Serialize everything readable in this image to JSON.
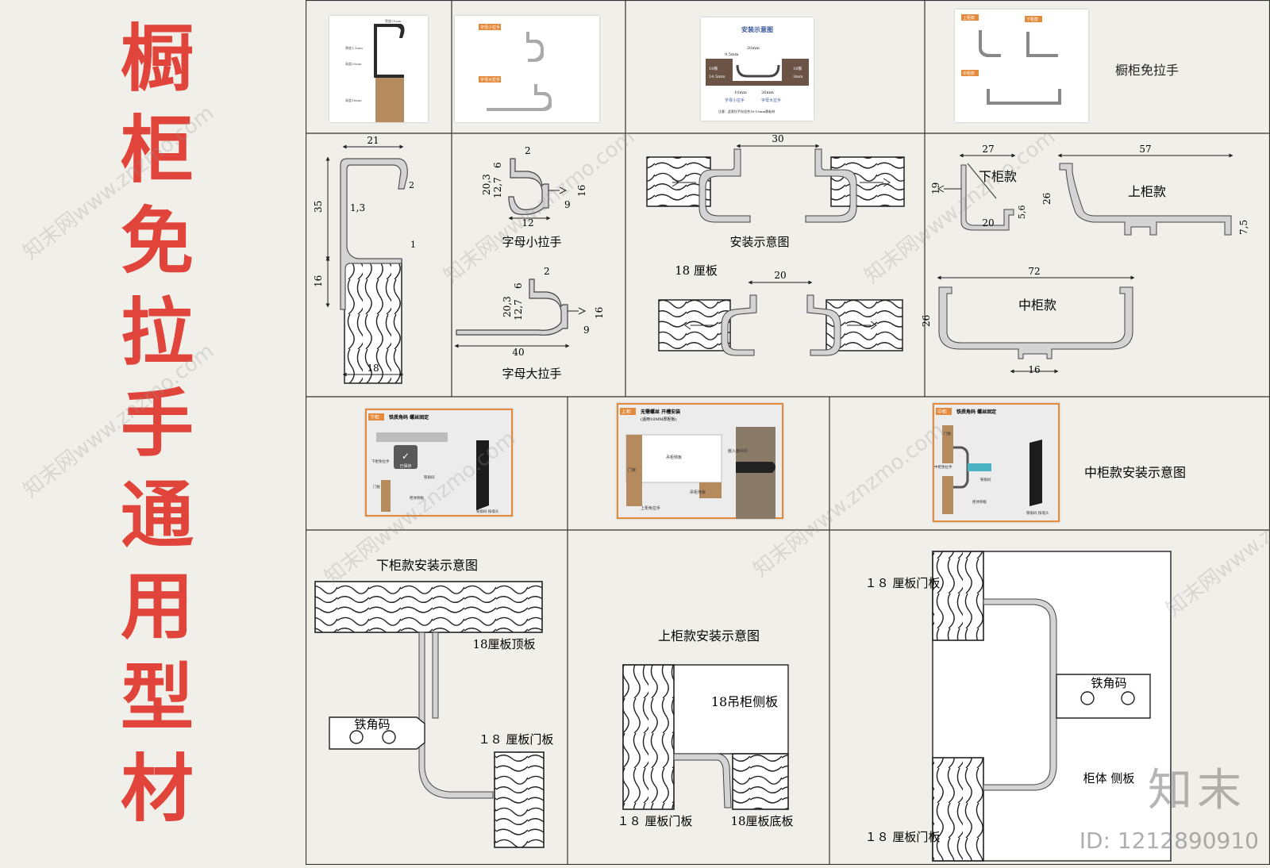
{
  "title_chars": [
    "橱",
    "柜",
    "免",
    "拉",
    "手",
    "通",
    "用",
    "型",
    "材"
  ],
  "watermark_text": "知末网www.znzmo.com",
  "brand_text": "知末",
  "id_text": "ID: 1212890910",
  "row1": {
    "photo3_title": "安装示意图",
    "photo3_dims": [
      "20mm",
      "9.5mm",
      "17.5mm",
      "10mm",
      "26mm",
      "18板",
      "14.5mm",
      "18板",
      "3mm"
    ],
    "photo3_labels": [
      "字母小拉手",
      "字母大拉手"
    ],
    "photo3_note": "注意：此款拉手仅适合18-19mm厚板材",
    "photo4_tags": [
      "上柜款",
      "下柜款",
      "中柜款"
    ],
    "photo2_tags": [
      "字母小拉手",
      "字母大拉手"
    ],
    "cell4_caption": "橱柜免拉手"
  },
  "row2": {
    "profile_dims": [
      "21",
      "2",
      "1,3",
      "35",
      "1",
      "16",
      "18"
    ],
    "small": {
      "dims": [
        "2",
        "6",
        "20,3",
        "12,7",
        "16",
        "9",
        "12"
      ],
      "caption": "字母小拉手"
    },
    "large": {
      "dims": [
        "2",
        "6",
        "20,3",
        "12,7",
        "16",
        "9",
        "40"
      ],
      "caption": "字母大拉手"
    },
    "install1": {
      "dim": "30",
      "caption": "安装示意图"
    },
    "install2": {
      "dim": "20",
      "label": "18 厘板"
    },
    "lower": {
      "dims": [
        "27",
        "19",
        "5,6",
        "20"
      ],
      "label": "下柜款"
    },
    "upper": {
      "dims": [
        "57",
        "26",
        "7,5"
      ],
      "label": "上柜款"
    },
    "middle": {
      "dims": [
        "72",
        "26",
        "16"
      ],
      "label": "中柜款"
    }
  },
  "row3": {
    "p1": {
      "tag": "下柜",
      "title": "铁质角码 螺丝固定",
      "labels": [
        "下柜免拉手",
        "铁角码",
        "柜体侧板",
        "门板",
        "铁角码 按墙头"
      ],
      "saved": "已保存"
    },
    "p2": {
      "tag": "上柜",
      "title": "无需螺丝 开槽安装",
      "subtitle": "(适用18MM厚柜板)",
      "labels": [
        "吊柜侧板",
        "门板",
        "吊柜地板",
        "上柜免拉手",
        "嵌入板中间"
      ]
    },
    "p3": {
      "tag": "中柜",
      "title": "铁质角码 螺丝固定",
      "labels": [
        "中柜免拉手",
        "铁角码",
        "柜体侧板",
        "门板",
        "铁角码 按墙头"
      ]
    },
    "caption": "中柜款安装示意图"
  },
  "row4": {
    "lower": {
      "caption": "下柜款安装示意图",
      "top": "18厘板顶板",
      "bracket": "铁角码",
      "door": "１８ 厘板门板"
    },
    "upper": {
      "caption": "上柜款安装示意图",
      "side": "18吊柜侧板",
      "door": "１８ 厘板门板",
      "bottom": "18厘板底板"
    },
    "middle": {
      "door1": "１８ 厘板门板",
      "bracket": "铁角码",
      "side": "柜体\n侧板",
      "door2": "１８ 厘板门板"
    }
  }
}
